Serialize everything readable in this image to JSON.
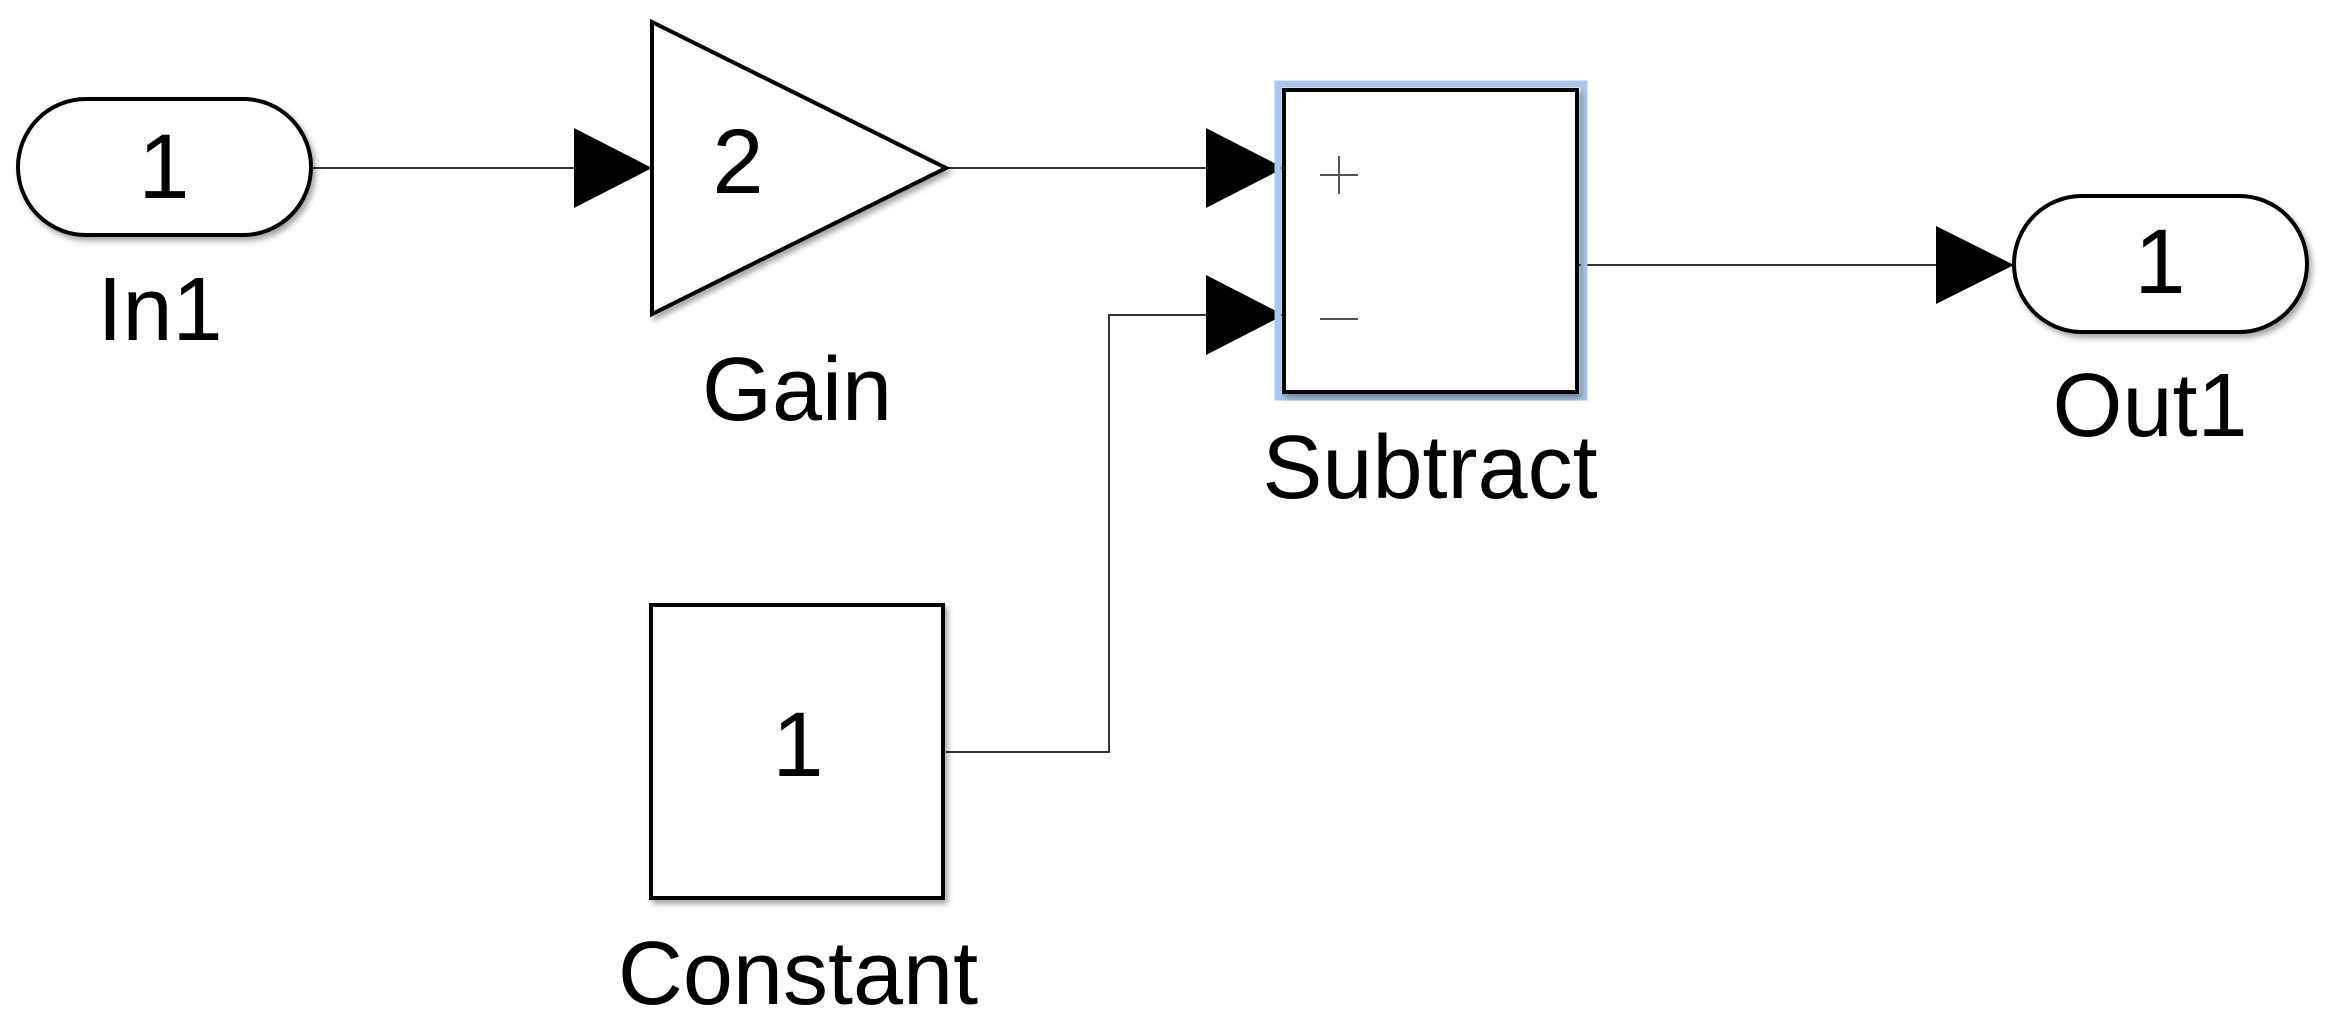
{
  "diagram": {
    "blocks": {
      "inport": {
        "value": "1",
        "label": "In1"
      },
      "gain": {
        "value": "2",
        "label": "Gain"
      },
      "constant": {
        "value": "1",
        "label": "Constant"
      },
      "subtract": {
        "label": "Subtract",
        "signs": [
          "+",
          "−"
        ]
      },
      "outport": {
        "value": "1",
        "label": "Out1"
      }
    },
    "colors": {
      "selection_highlight": "#a9c8ee",
      "block_border": "#000000",
      "signal_line": "#333333"
    }
  }
}
